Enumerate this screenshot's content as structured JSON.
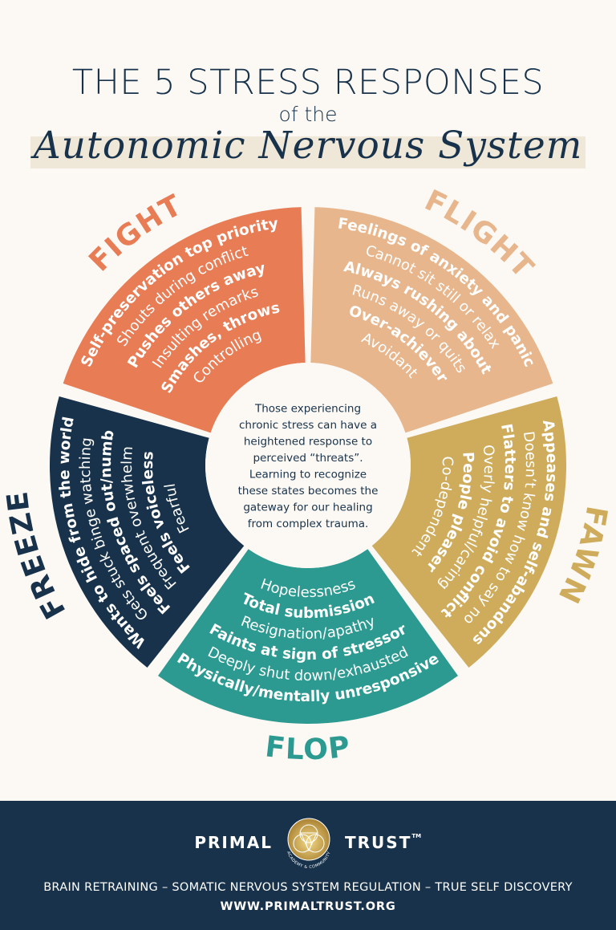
{
  "header": {
    "line1": "THE 5 STRESS RESPONSES",
    "line2": "of the",
    "line3": "Autonomic Nervous System"
  },
  "colors": {
    "fight": "#e77c55",
    "flight": "#e8b68c",
    "fawn": "#cfac5c",
    "flop": "#2c9a90",
    "freeze": "#17324a",
    "title": "#17324a",
    "background": "#fcf9f4"
  },
  "wheel": {
    "center_lines": [
      "Those experiencing",
      "chronic stress can have a",
      "heightened response to",
      "perceived “threats”.",
      "Learning to recognize",
      "these states becomes the",
      "gateway for our healing",
      "from complex trauma."
    ],
    "fight": {
      "label": "FIGHT",
      "lines": [
        {
          "text": "Self-preservation top priority",
          "bold": true
        },
        {
          "text": "Shouts during conflict",
          "bold": false
        },
        {
          "text": "Pushes others away",
          "bold": true
        },
        {
          "text": "Insulting remarks",
          "bold": false
        },
        {
          "text": "Smashes, throws",
          "bold": true
        },
        {
          "text": "Controlling",
          "bold": false
        }
      ]
    },
    "flight": {
      "label": "FLIGHT",
      "lines": [
        {
          "text": "Feelings of anxiety and panic",
          "bold": true
        },
        {
          "text": "Cannot sit still or relax",
          "bold": false
        },
        {
          "text": "Always rushing about",
          "bold": true
        },
        {
          "text": "Runs away or quits",
          "bold": false
        },
        {
          "text": "Over-achiever",
          "bold": true
        },
        {
          "text": "Avoidant",
          "bold": false
        }
      ]
    },
    "fawn": {
      "label": "FAWN",
      "lines": [
        {
          "text": "Appeases and self-abandons",
          "bold": true
        },
        {
          "text": "Doesn’t know how to say no",
          "bold": false
        },
        {
          "text": "Flatters to avoid conflict",
          "bold": true
        },
        {
          "text": "Overly helpful/caring",
          "bold": false
        },
        {
          "text": "People pleaser",
          "bold": true
        },
        {
          "text": "Co-dependent",
          "bold": false
        }
      ]
    },
    "flop": {
      "label": "FLOP",
      "lines": [
        {
          "text": "Hopelessness",
          "bold": false
        },
        {
          "text": "Total submission",
          "bold": true
        },
        {
          "text": "Resignation/apathy",
          "bold": false
        },
        {
          "text": "Faints at sign of stressor",
          "bold": true
        },
        {
          "text": "Deeply shut down/exhausted",
          "bold": false
        },
        {
          "text": "Physically/mentally unresponsive",
          "bold": true
        }
      ]
    },
    "freeze": {
      "label": "FREEZE",
      "lines": [
        {
          "text": "Wants to hide from the world",
          "bold": true
        },
        {
          "text": "Gets stuck binge watching",
          "bold": false
        },
        {
          "text": "Feels spaced out/numb",
          "bold": true
        },
        {
          "text": "Frequent overwhelm",
          "bold": false
        },
        {
          "text": "Feels voiceless",
          "bold": true
        },
        {
          "text": "Fearful",
          "bold": false
        }
      ]
    }
  },
  "footer": {
    "brand_left": "PRIMAL",
    "brand_right": "TRUST",
    "trademark": "TM",
    "logo_sub": "ACADEMY & COMMUNITY",
    "tagline": "BRAIN RETRAINING – SOMATIC NERVOUS SYSTEM REGULATION – TRUE SELF DISCOVERY",
    "website": "WWW.PRIMALTRUST.ORG"
  }
}
